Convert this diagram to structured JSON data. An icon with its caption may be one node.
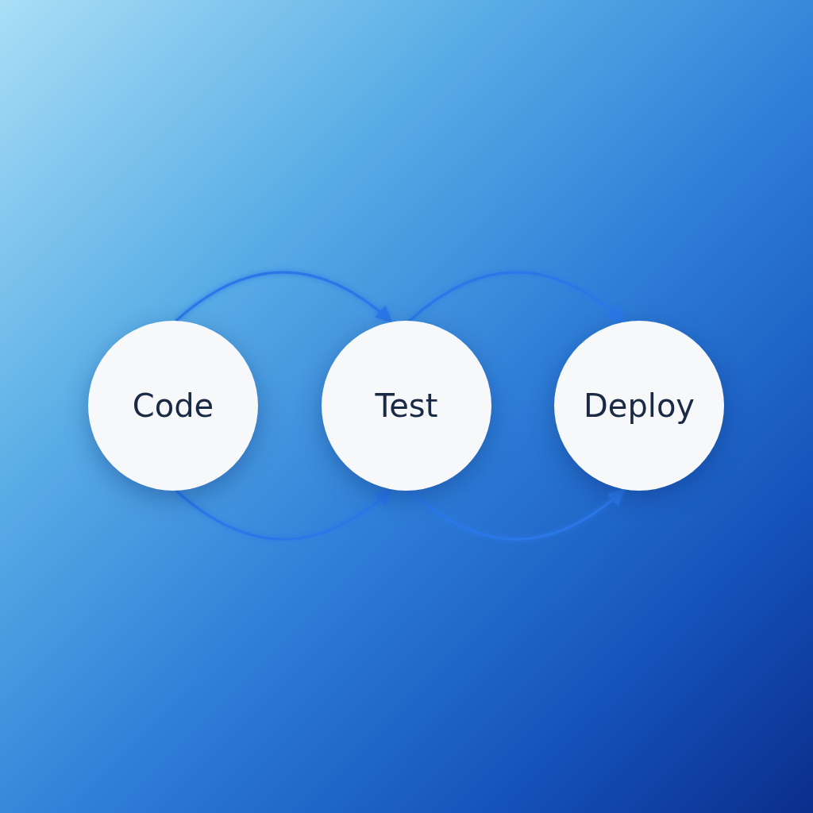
{
  "diagram": {
    "nodes": [
      {
        "text": [
          "Code"
        ]
      },
      {
        "text": [
          "Test"
        ]
      },
      {
        "text": [
          "Deploy"
        ]
      }
    ],
    "edges": [
      {
        "from": 0,
        "to": 1,
        "arrow": "to"
      },
      {
        "from": 0,
        "to": 1,
        "arrow": "to"
      },
      {
        "from": 1,
        "to": 2,
        "arrow": "to"
      },
      {
        "from": 1,
        "to": 2,
        "arrow": "to"
      }
    ]
  }
}
